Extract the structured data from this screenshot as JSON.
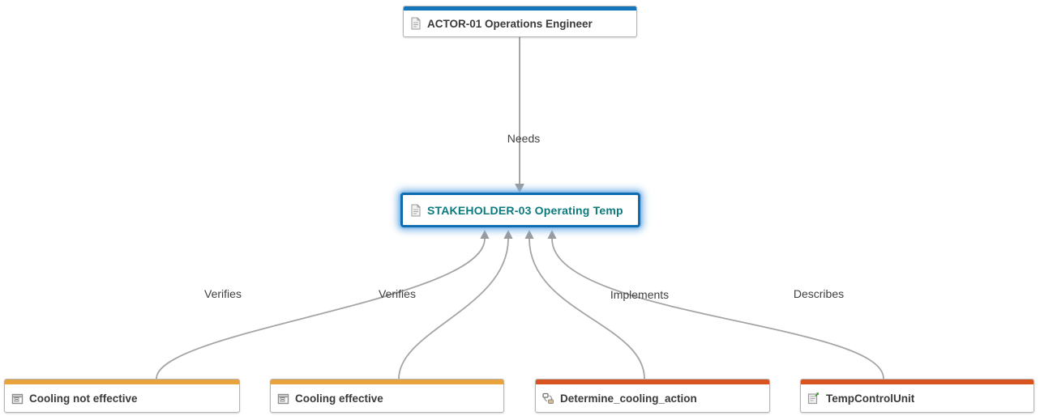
{
  "diagram": {
    "type": "traceability-diagram",
    "colors": {
      "actor_accent": "#1575bb",
      "stakeholder_accent": "#1575bb",
      "stakeholder_border": "#0e6cb0",
      "stakeholder_text": "#0b7a7d",
      "test_accent": "#e8a33c",
      "design_accent": "#d9531e",
      "edge_stroke": "#a5a5a5",
      "node_text": "#3a3a3a"
    },
    "nodes": [
      {
        "id": "actor",
        "label": "ACTOR-01 Operations Engineer",
        "icon": "document-icon",
        "accent": "#1575bb",
        "selected": false
      },
      {
        "id": "stakeholder",
        "label": "STAKEHOLDER-03 Operating Temp",
        "icon": "document-icon",
        "accent": "#1575bb",
        "selected": true
      },
      {
        "id": "cooling-not-effective",
        "label": "Cooling not effective",
        "icon": "test-icon",
        "accent": "#e8a33c",
        "selected": false
      },
      {
        "id": "cooling-effective",
        "label": "Cooling effective",
        "icon": "test-icon",
        "accent": "#e8a33c",
        "selected": false
      },
      {
        "id": "determine-cooling-action",
        "label": "Determine_cooling_action",
        "icon": "stateflow-icon",
        "accent": "#d9531e",
        "selected": false
      },
      {
        "id": "tempcontrolunit",
        "label": "TempControlUnit",
        "icon": "model-ref-icon",
        "accent": "#d9531e",
        "selected": false
      }
    ],
    "edges": [
      {
        "label": "Needs",
        "from": "actor",
        "to": "stakeholder"
      },
      {
        "label": "Verifies",
        "from": "cooling-not-effective",
        "to": "stakeholder"
      },
      {
        "label": "Verifies",
        "from": "cooling-effective",
        "to": "stakeholder"
      },
      {
        "label": "Implements",
        "from": "determine-cooling-action",
        "to": "stakeholder"
      },
      {
        "label": "Describes",
        "from": "tempcontrolunit",
        "to": "stakeholder"
      }
    ]
  }
}
